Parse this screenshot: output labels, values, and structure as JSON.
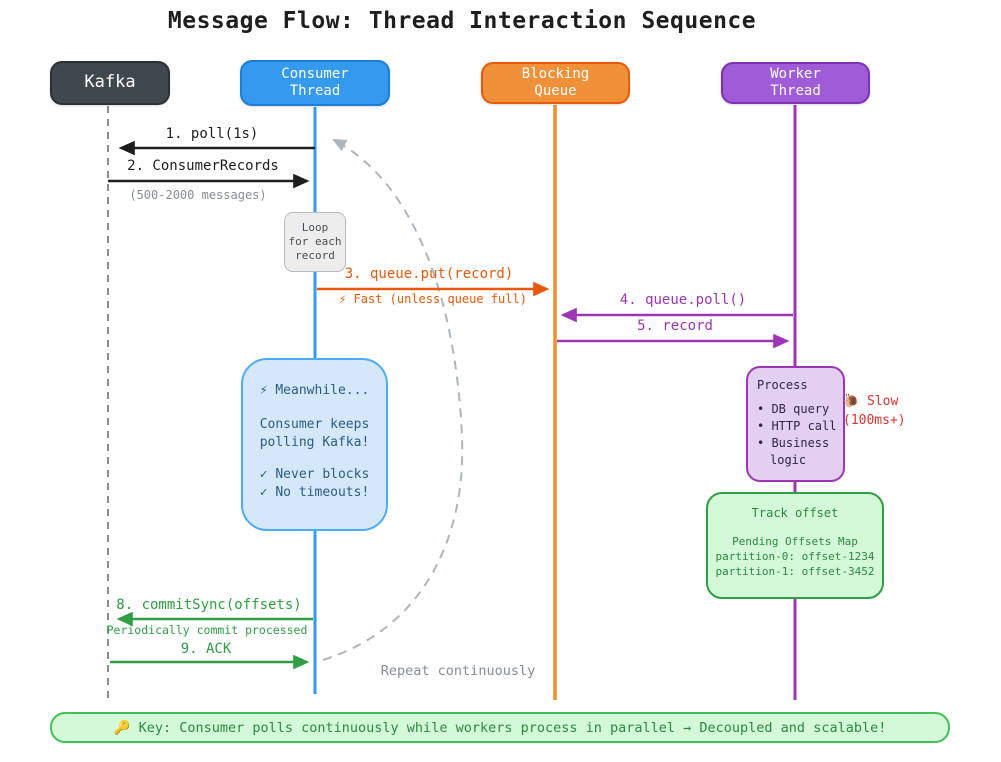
{
  "title": "Message Flow: Thread Interaction Sequence",
  "actors": {
    "kafka": {
      "label": "Kafka"
    },
    "consumer": {
      "line1": "Consumer",
      "line2": "Thread"
    },
    "queue": {
      "line1": "Blocking",
      "line2": "Queue"
    },
    "worker": {
      "line1": "Worker",
      "line2": "Thread"
    }
  },
  "messages": {
    "poll": {
      "label": "1. poll(1s)"
    },
    "consumer_records": {
      "label": "2. ConsumerRecords",
      "sub": "(500-2000 messages)"
    },
    "queue_put": {
      "label": "3. queue.put(record)",
      "sub": "⚡ Fast (unless queue full)"
    },
    "queue_poll": {
      "label": "4. queue.poll()"
    },
    "record": {
      "label": "5. record"
    },
    "commit_sync": {
      "label": "8. commitSync(offsets)",
      "sub": "Periodically commit processed"
    },
    "ack": {
      "label": "9. ACK"
    }
  },
  "loop_note": {
    "line1": "Loop",
    "line2": "for each",
    "line3": "record"
  },
  "meanwhile_note": {
    "title": "⚡ Meanwhile...",
    "line1": "Consumer keeps",
    "line2": "polling Kafka!",
    "line3": "✓ Never blocks",
    "line4": "✓ No timeouts!"
  },
  "process_note": {
    "title": "Process",
    "item1": "• DB query",
    "item2": "• HTTP call",
    "item3": "• Business",
    "item4": "logic"
  },
  "slow_note": {
    "line1": "🐌 Slow",
    "line2": "(100ms+)"
  },
  "offset_note": {
    "title": "Track offset",
    "subtitle": "Pending Offsets Map",
    "row1": "partition-0: offset-1234",
    "row2": "partition-1: offset-3452"
  },
  "repeat_label": "Repeat continuously",
  "banner": {
    "text": "🔑 Key: Consumer polls continuously while workers process in parallel → Decoupled and scalable!"
  },
  "colors": {
    "kafka_fill": "#40474e",
    "consumer_blue": "#339af0",
    "queue_orange": "#ef8e2e",
    "worker_purple": "#9c36b5",
    "arrow_black": "#1e1e1e",
    "orange_accent": "#e8590c",
    "green_accent": "#2f9e44",
    "red_accent": "#e03131",
    "gray_accent": "#868e96"
  }
}
